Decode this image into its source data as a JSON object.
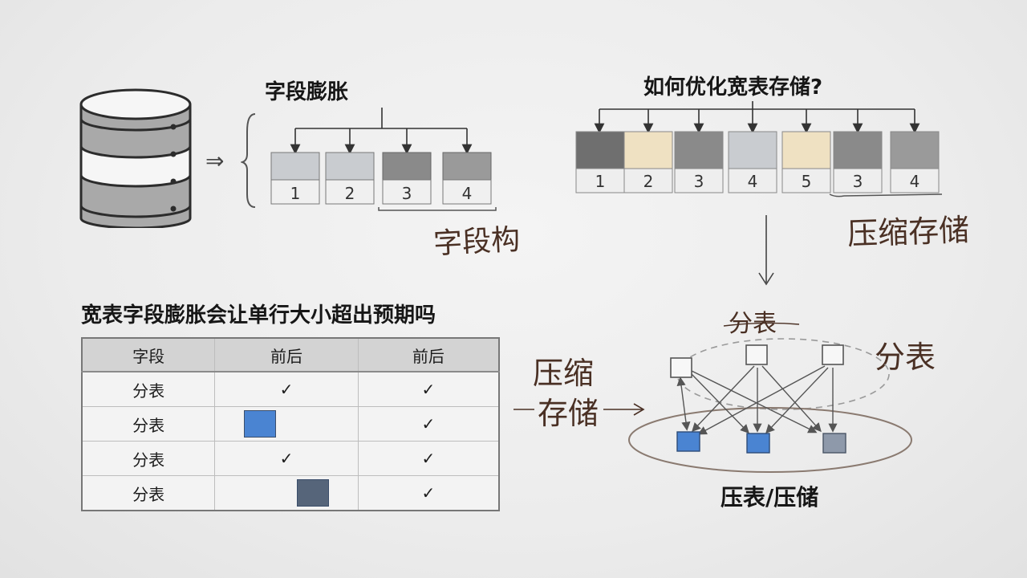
{
  "top_left": {
    "title": "字段膨胀",
    "arrow": "⇒",
    "cells": [
      "1",
      "2",
      "3",
      "4"
    ],
    "annotation": "字段构"
  },
  "top_right": {
    "title": "如何优化宽表存储?",
    "cells": [
      "1",
      "2",
      "3",
      "4",
      "5",
      "3",
      "4"
    ],
    "annotation": "压缩存储"
  },
  "bottom_left": {
    "title": "宽表字段膨胀会让单行大小超出预期吗",
    "table": {
      "headers": [
        "字段",
        "前后",
        "前后"
      ],
      "rows": [
        {
          "label": "分表",
          "col1": "✓",
          "col2": "✓"
        },
        {
          "label": "分表",
          "col1": "",
          "col2": "✓"
        },
        {
          "label": "分表",
          "col1": "✓",
          "col2": "✓"
        },
        {
          "label": "分表",
          "col1": "",
          "col2": "✓"
        }
      ]
    }
  },
  "bottom_right": {
    "flow_label_top": "压缩",
    "flow_label_bottom": "存储",
    "upper_label": "分表",
    "side_label": "分表",
    "caption": "压表/压储"
  },
  "colors": {
    "dark_gray": "#6f6f6f",
    "mid_gray": "#9a9a9a",
    "light_gray": "#c9ccd0",
    "beige": "#efe1c2",
    "blue": "#4a84d2",
    "slate": "#56657a",
    "ink": "#4a3024"
  }
}
